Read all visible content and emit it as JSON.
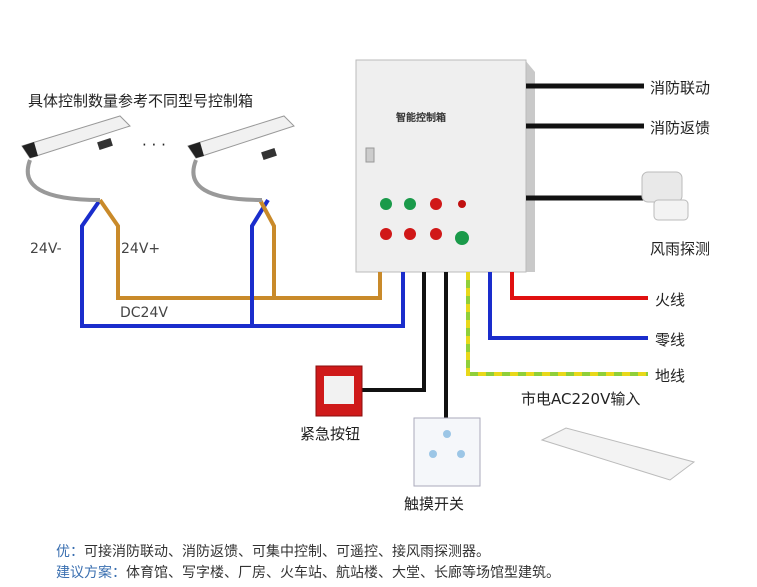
{
  "actuator_title": "具体控制数量参考不同型号控制箱",
  "ellipsis": "· · ·",
  "box_title": "智能控制箱",
  "right_labels": {
    "fire_link": "消防联动",
    "fire_feedback": "消防返馈",
    "wind_rain": "风雨探测",
    "live": "火线",
    "neutral": "零线",
    "ground": "地线",
    "mains": "市电AC220V输入"
  },
  "left_labels": {
    "v_minus": "24V-",
    "v_plus": "24V+",
    "dc": "DC24V"
  },
  "bottom_labels": {
    "emergency": "紧急按钮",
    "touch_switch": "触摸开关"
  },
  "footer": {
    "advantage_key": "优：",
    "advantage_text": "可接消防联动、消防返馈、可集中控制、可遥控、接风雨探测器。",
    "suggest_key": "建议方案：",
    "suggest_text": "体育馆、写字楼、厂房、火车站、航站楼、大堂、长廊等场馆型建筑。"
  },
  "colors": {
    "black_wire": "#111111",
    "red_wire": "#e01010",
    "blue_wire": "#1a2dcc",
    "brown_wire": "#c98a2a",
    "green_wire": "#8fcf3a",
    "yellow_wire": "#e8d81a"
  }
}
